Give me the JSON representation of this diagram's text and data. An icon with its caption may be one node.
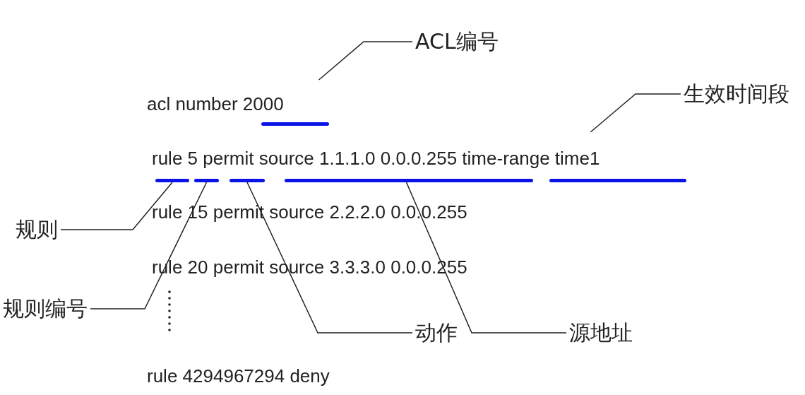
{
  "diagram": {
    "nodes": [
      {
        "text": [
          "ACL编号"
        ]
      },
      {
        "text": [],
        "shape": "bar"
      },
      {
        "text": [
          "生效时间段"
        ]
      },
      {
        "text": [],
        "shape": "bar"
      },
      {
        "text": [],
        "shape": "bar"
      },
      {
        "text": [],
        "shape": "bar"
      },
      {
        "text": [],
        "shape": "bar"
      },
      {
        "text": [],
        "shape": "bar"
      },
      {
        "text": [
          "规则"
        ]
      },
      {
        "text": [
          "规则编号"
        ]
      },
      {
        "text": [
          "动作"
        ]
      },
      {
        "text": [
          "源地址"
        ]
      }
    ],
    "edges": [
      {
        "from": 0,
        "to": 1,
        "arrow": "none"
      },
      {
        "from": 2,
        "to": 7,
        "arrow": "none"
      },
      {
        "from": 8,
        "to": 3,
        "arrow": "none"
      },
      {
        "from": 9,
        "to": 4,
        "arrow": "none"
      },
      {
        "from": 10,
        "to": 5,
        "arrow": "none"
      },
      {
        "from": 11,
        "to": 6,
        "arrow": "none"
      }
    ],
    "labels": [
      "acl number 2000",
      "rule 5 permit source 1.1.1.0 0.0.0.255 time-range time1",
      "rule 15 permit source 2.2.2.0 0.0.0.255",
      "rule 20 permit source 3.3.3.0 0.0.0.255",
      "rule 4294967294 deny"
    ]
  }
}
